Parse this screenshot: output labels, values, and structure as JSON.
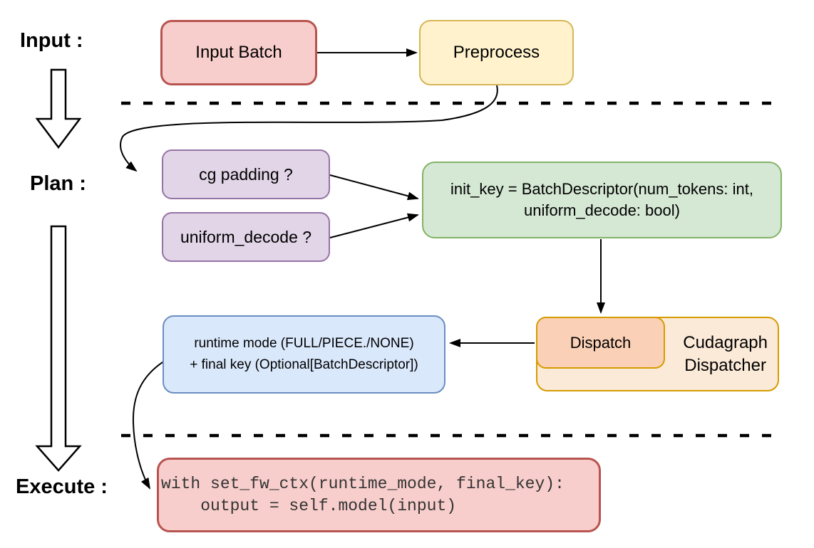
{
  "diagram": {
    "sections": [
      {
        "label": "Input :"
      },
      {
        "label": "Plan :"
      },
      {
        "label": "Execute :"
      }
    ],
    "nodes": {
      "input_batch": {
        "label": "Input Batch",
        "fill": "#f8cecc",
        "border": "#b85450"
      },
      "preprocess": {
        "label": "Preprocess",
        "fill": "#fff2cc",
        "border": "#d6b656"
      },
      "cg_padding": {
        "label": "cg padding ?",
        "fill": "#e1d5e7",
        "border": "#9673a6"
      },
      "uniform_decode": {
        "label": "uniform_decode ?",
        "fill": "#e1d5e7",
        "border": "#9673a6"
      },
      "init_key": {
        "label": "init_key = BatchDescriptor(num_tokens: int,\nuniform_decode: bool)",
        "fill": "#d5e8d4",
        "border": "#82b366"
      },
      "dispatch": {
        "label": "Dispatch",
        "fill": "#fad0b6",
        "border": "#d79b00"
      },
      "cudagraph_dispatcher": {
        "label": "Cudagraph\nDispatcher",
        "fill": "#fcead8",
        "border": "#d79b00"
      },
      "runtime_mode": {
        "label": "runtime mode (FULL/PIECE./NONE)\n+ final key (Optional[BatchDescriptor])",
        "fill": "#dae8fc",
        "border": "#6c8ebf"
      },
      "execute_code": {
        "code": "with set_fw_ctx(runtime_mode, final_key):\n    output = self.model(input)",
        "fill": "#f8cecc",
        "border": "#b85450"
      }
    },
    "connectors": [
      {
        "from": "input_batch",
        "to": "preprocess",
        "style": "straight-arrow"
      },
      {
        "from": "preprocess",
        "to": "cg_padding",
        "style": "curved-arrow"
      },
      {
        "from": "cg_padding",
        "to": "init_key",
        "style": "straight-arrow"
      },
      {
        "from": "uniform_decode",
        "to": "init_key",
        "style": "straight-arrow"
      },
      {
        "from": "init_key",
        "to": "dispatch",
        "style": "straight-arrow"
      },
      {
        "from": "dispatch",
        "to": "runtime_mode",
        "style": "straight-arrow"
      },
      {
        "from": "runtime_mode",
        "to": "execute_code",
        "style": "curved-arrow"
      },
      {
        "from": "section_input",
        "to": "section_plan",
        "style": "hollow-down-arrow"
      },
      {
        "from": "section_plan",
        "to": "section_execute",
        "style": "hollow-down-arrow"
      }
    ],
    "dividers": [
      {
        "between": "input-and-plan",
        "style": "dashed"
      },
      {
        "between": "plan-and-execute",
        "style": "dashed"
      }
    ],
    "colors": {
      "line": "#000000",
      "background": "#ffffff",
      "code_text": "#333333"
    }
  }
}
